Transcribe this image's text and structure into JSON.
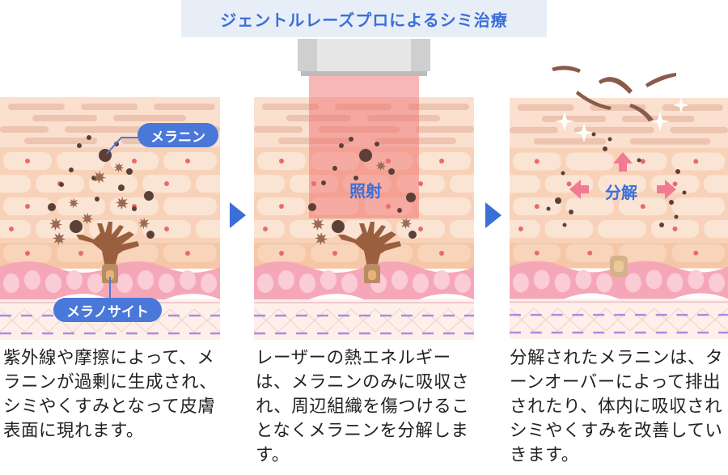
{
  "title": "ジェントルレーズプロによるシミ治療",
  "panels": [
    {
      "labels": {
        "melanin": "メラニン",
        "melanocyte": "メラノサイト"
      },
      "description": "紫外線や摩擦によって、メラニンが過剰に生成され、シミやくすみとなって皮膚表面に現れます。"
    },
    {
      "labels": {
        "irradiation": "照射"
      },
      "description": "レーザーの熱エネルギーは、メラニンのみに吸収され、周辺組織を傷つけることなくメラニンを分解します。"
    },
    {
      "labels": {
        "decompose": "分解"
      },
      "description": "分解されたメラニンは、ターンオーバーによって排出されたり、体内に吸収されシミやくすみを改善していきます。"
    }
  ],
  "colors": {
    "accent": "#3a6fd8",
    "label_bg": "#4a78d8",
    "skin_peach": "#f6c7a6",
    "skin_pink": "#f5a7b8",
    "melanin_dark": "#5b4038",
    "laser_red": "#f07070",
    "arrow_pink": "#f27a92"
  },
  "icons": [
    "melanin-granule-icon",
    "melanocyte-cell-icon",
    "laser-device-icon",
    "sparkle-icon",
    "chevron-right-icon"
  ]
}
